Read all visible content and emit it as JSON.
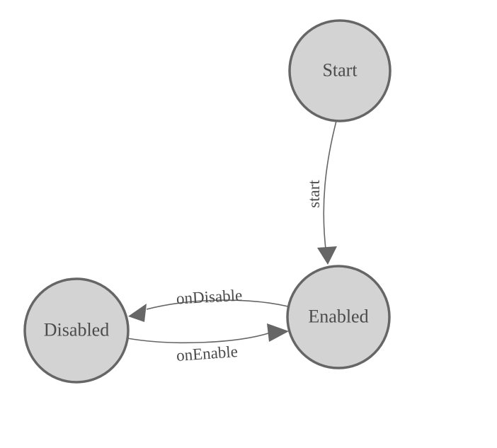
{
  "diagram": {
    "type": "state-machine",
    "background_color": "#ffffff",
    "colors": {
      "node_fill": "#d3d3d3",
      "node_stroke": "#666666",
      "edge_stroke": "#666666",
      "arrow_fill": "#666666",
      "text_color": "#4b4b4b"
    },
    "nodes": [
      {
        "id": "start",
        "label": "Start"
      },
      {
        "id": "enabled",
        "label": "Enabled"
      },
      {
        "id": "disabled",
        "label": "Disabled"
      }
    ],
    "edges": [
      {
        "from": "Start",
        "to": "Enabled",
        "label": "start"
      },
      {
        "from": "Enabled",
        "to": "Disabled",
        "label": "onDisable"
      },
      {
        "from": "Disabled",
        "to": "Enabled",
        "label": "onEnable"
      }
    ]
  }
}
